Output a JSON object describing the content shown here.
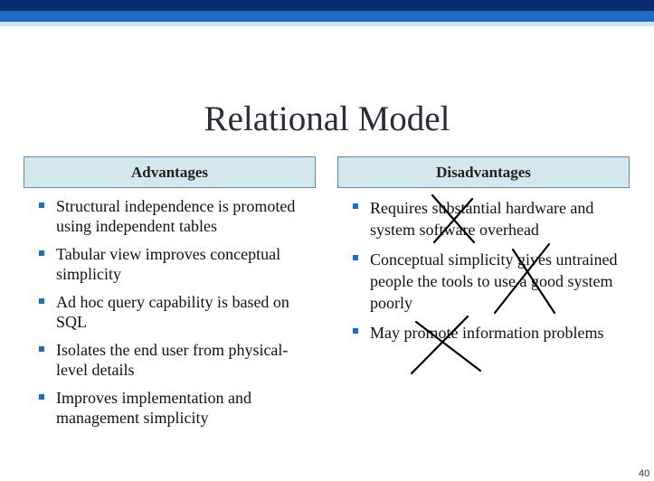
{
  "slide": {
    "title": "Relational Model",
    "page_number": "40"
  },
  "advantages": {
    "header": "Advantages",
    "items": [
      "Structural independence is promoted using independent tables",
      "Tabular view improves conceptual simplicity",
      "Ad hoc query capability is based on SQL",
      "Isolates the end user from physical-level details",
      "Improves implementation and management simplicity"
    ]
  },
  "disadvantages": {
    "header": "Disadvantages",
    "items": [
      "Requires substantial hardware and system software overhead",
      "Conceptual simplicity gives untrained people the tools to use a good system poorly",
      "May promote information problems"
    ]
  },
  "colors": {
    "band_dark": "#0a2a6e",
    "band_mid": "#1c6fc0",
    "header_fill": "#d3e8ee",
    "bullet": "#1c6fc0",
    "cross_marks": "#000000"
  }
}
